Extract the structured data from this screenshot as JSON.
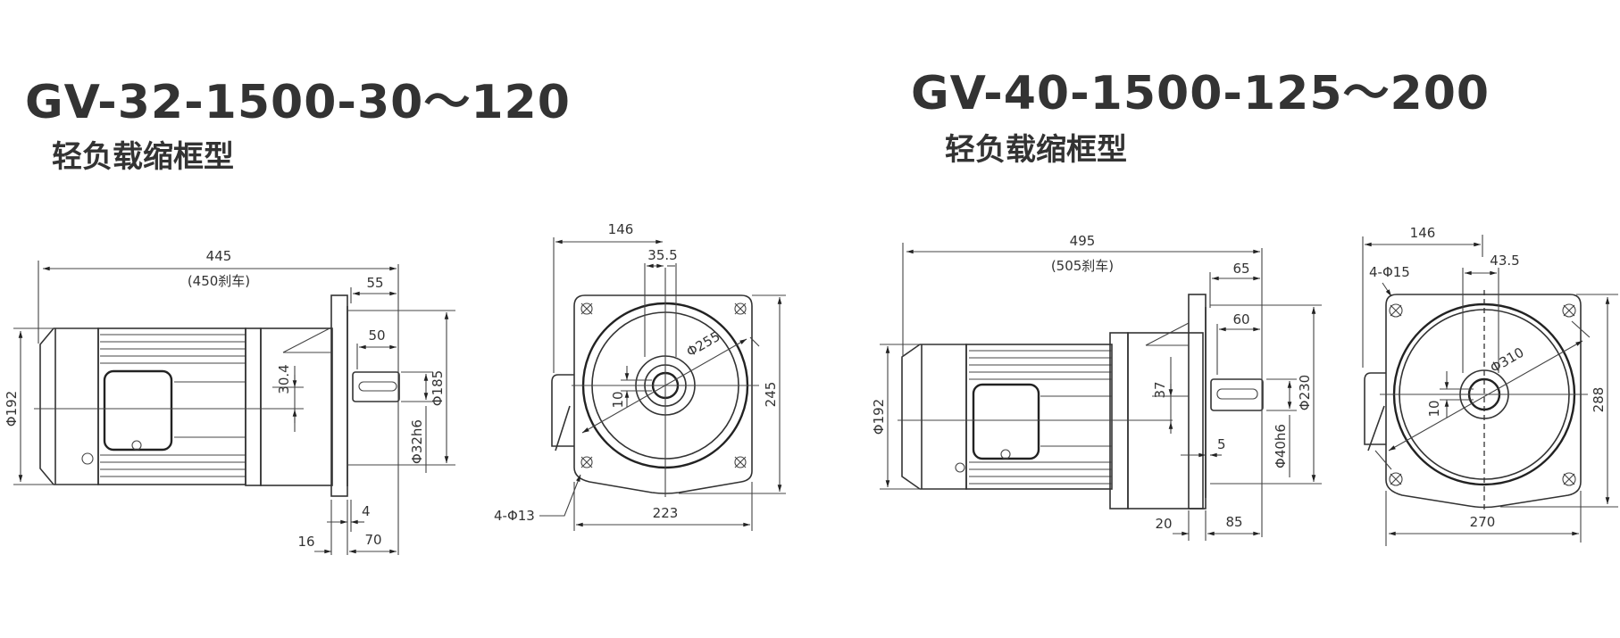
{
  "left_model": {
    "title": "GV-32-1500-30～120",
    "subtitle": "轻负载缩框型",
    "side_view": {
      "overall_length": "445",
      "overall_length_brake": "(450刹车)",
      "shaft_to_flange": "55",
      "shaft_length": "50",
      "motor_diameter": "Φ192",
      "shaft_offset": "30.4",
      "pilot_diameter": "Φ185",
      "shaft_diameter": "Φ32h6",
      "flange_step": "4",
      "flange_thickness": "16",
      "shaft_extension": "70"
    },
    "front_view": {
      "center_offset": "146",
      "shaft_center": "35.5",
      "bolt_circle": "Φ255",
      "key_width": "10",
      "height": "245",
      "width": "223",
      "mount_holes": "4-Φ13"
    }
  },
  "right_model": {
    "title": "GV-40-1500-125～200",
    "subtitle": "轻负载缩框型",
    "side_view": {
      "overall_length": "495",
      "overall_length_brake": "(505刹车)",
      "shaft_to_flange": "65",
      "shaft_length": "60",
      "motor_diameter": "Φ192",
      "shaft_offset": "37",
      "pilot_diameter": "Φ230",
      "shaft_diameter": "Φ40h6",
      "flange_step": "5",
      "flange_thickness": "20",
      "shaft_extension": "85"
    },
    "front_view": {
      "center_offset": "146",
      "shaft_center": "43.5",
      "bolt_circle": "Φ310",
      "key_width": "10",
      "height": "288",
      "width": "270",
      "mount_holes": "4-Φ15"
    }
  }
}
